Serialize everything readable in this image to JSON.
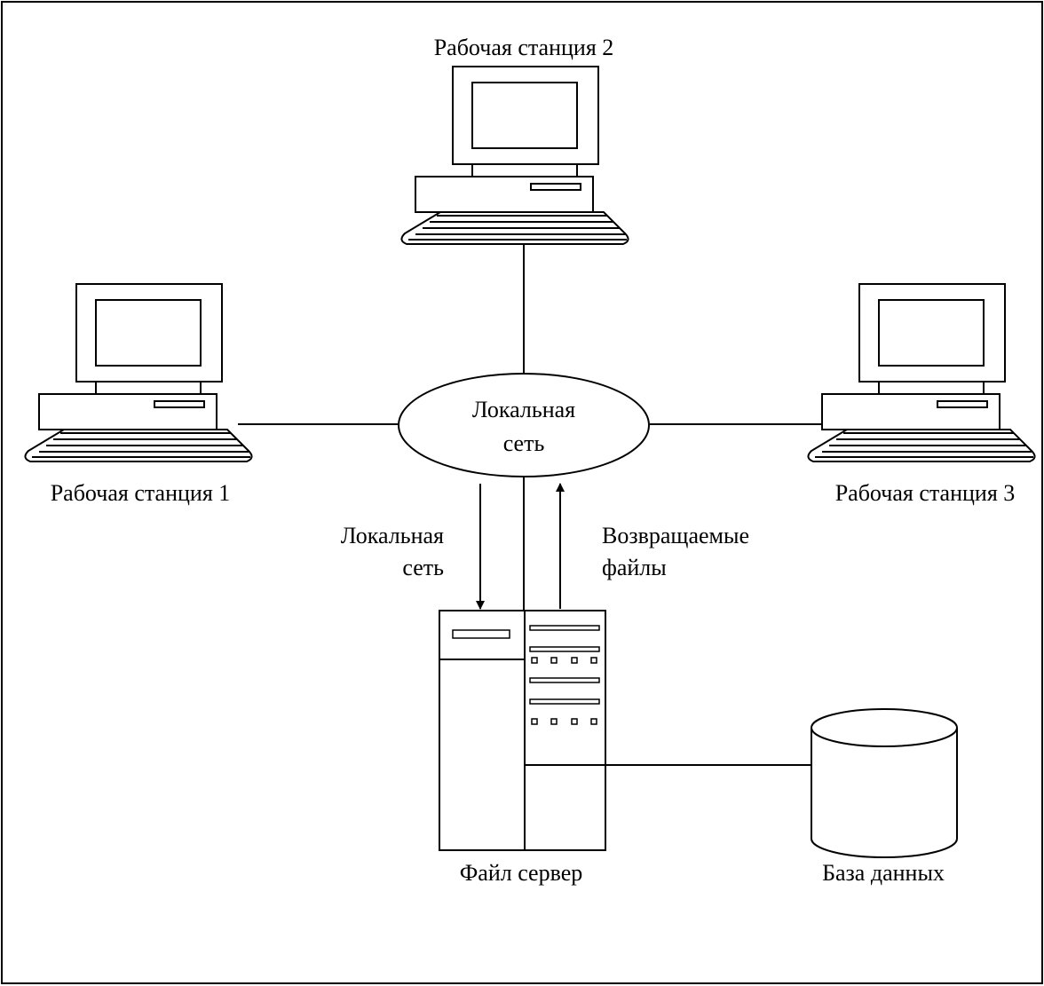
{
  "network": {
    "label_line1": "Локальная",
    "label_line2": "сеть"
  },
  "workstations": [
    {
      "label": "Рабочая станция 1"
    },
    {
      "label": "Рабочая станция 2"
    },
    {
      "label": "Рабочая станция 3"
    }
  ],
  "flows": {
    "request_line1": "Локальная",
    "request_line2": "сеть",
    "response_line1": "Возвращаемые",
    "response_line2": "файлы"
  },
  "server": {
    "label": "Файл сервер"
  },
  "database": {
    "label": "База данных"
  }
}
